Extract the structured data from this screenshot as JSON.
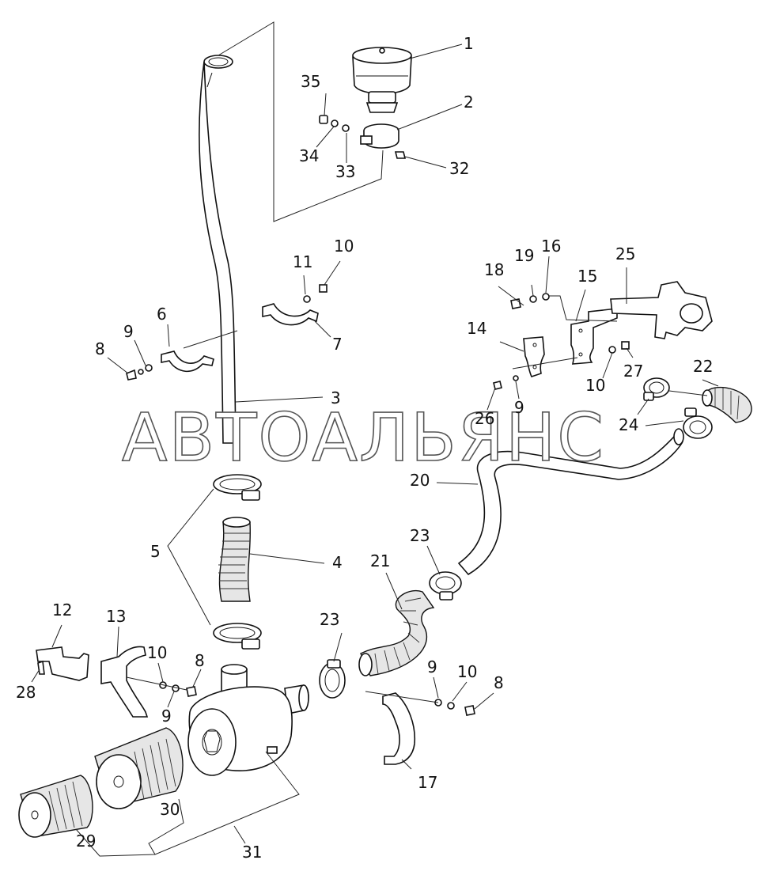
{
  "watermark": "АВТОАЛЬЯНС",
  "callouts": [
    {
      "id": "c1",
      "text": "1"
    },
    {
      "id": "c2",
      "text": "2"
    },
    {
      "id": "c3",
      "text": "3"
    },
    {
      "id": "c4",
      "text": "4"
    },
    {
      "id": "c5",
      "text": "5"
    },
    {
      "id": "c6",
      "text": "6"
    },
    {
      "id": "c7",
      "text": "7"
    },
    {
      "id": "c8a",
      "text": "8"
    },
    {
      "id": "c8b",
      "text": "8"
    },
    {
      "id": "c8c",
      "text": "8"
    },
    {
      "id": "c9a",
      "text": "9"
    },
    {
      "id": "c9b",
      "text": "9"
    },
    {
      "id": "c9c",
      "text": "9"
    },
    {
      "id": "c9d",
      "text": "9"
    },
    {
      "id": "c10a",
      "text": "10"
    },
    {
      "id": "c10b",
      "text": "10"
    },
    {
      "id": "c10c",
      "text": "10"
    },
    {
      "id": "c10d",
      "text": "10"
    },
    {
      "id": "c11",
      "text": "11"
    },
    {
      "id": "c12",
      "text": "12"
    },
    {
      "id": "c13",
      "text": "13"
    },
    {
      "id": "c14",
      "text": "14"
    },
    {
      "id": "c15",
      "text": "15"
    },
    {
      "id": "c16",
      "text": "16"
    },
    {
      "id": "c17",
      "text": "17"
    },
    {
      "id": "c18",
      "text": "18"
    },
    {
      "id": "c19",
      "text": "19"
    },
    {
      "id": "c20",
      "text": "20"
    },
    {
      "id": "c21",
      "text": "21"
    },
    {
      "id": "c22",
      "text": "22"
    },
    {
      "id": "c23a",
      "text": "23"
    },
    {
      "id": "c23b",
      "text": "23"
    },
    {
      "id": "c24",
      "text": "24"
    },
    {
      "id": "c25",
      "text": "25"
    },
    {
      "id": "c26",
      "text": "26"
    },
    {
      "id": "c27",
      "text": "27"
    },
    {
      "id": "c28",
      "text": "28"
    },
    {
      "id": "c29",
      "text": "29"
    },
    {
      "id": "c30",
      "text": "30"
    },
    {
      "id": "c31",
      "text": "31"
    },
    {
      "id": "c32",
      "text": "32"
    },
    {
      "id": "c33",
      "text": "33"
    },
    {
      "id": "c34",
      "text": "34"
    },
    {
      "id": "c35",
      "text": "35"
    }
  ]
}
